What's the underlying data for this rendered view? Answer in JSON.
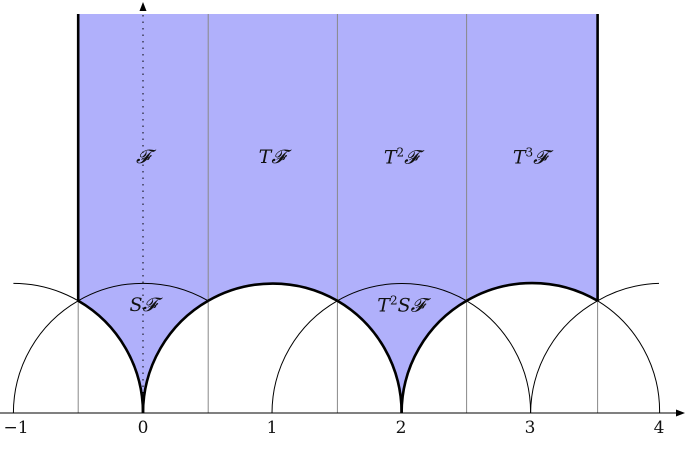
{
  "diagram": {
    "title": "",
    "fill_color": "#b0b0fb",
    "axis": {
      "x_ticks": [
        "−1",
        "0",
        "1",
        "2",
        "3",
        "4"
      ],
      "x_tick_values": [
        -1,
        0,
        1,
        2,
        3,
        4
      ]
    },
    "regions": [
      {
        "id": "F",
        "label": "𝓕",
        "base": "",
        "sup": ""
      },
      {
        "id": "TF",
        "label": "T𝓕",
        "base": "T",
        "sup": ""
      },
      {
        "id": "T2F",
        "label": "T²𝓕",
        "base": "T",
        "sup": "2"
      },
      {
        "id": "T3F",
        "label": "T³𝓕",
        "base": "T",
        "sup": "3"
      },
      {
        "id": "SF",
        "label": "S𝓕",
        "base": "S",
        "sup": ""
      },
      {
        "id": "T2SF",
        "label": "T²S𝓕",
        "base": "T",
        "sup": "2"
      }
    ],
    "region_text": {
      "F": "𝓕",
      "TF_T": "T",
      "TF_F": "𝓕",
      "T2F_T": "T",
      "T2F_sup": "2",
      "T2F_F": "𝓕",
      "T3F_T": "T",
      "T3F_sup": "3",
      "T3F_F": "𝓕",
      "SF_S": "S",
      "SF_F": "𝓕",
      "T2SF_T": "T",
      "T2SF_sup": "2",
      "T2SF_S": "S",
      "T2SF_F": "𝓕"
    }
  }
}
